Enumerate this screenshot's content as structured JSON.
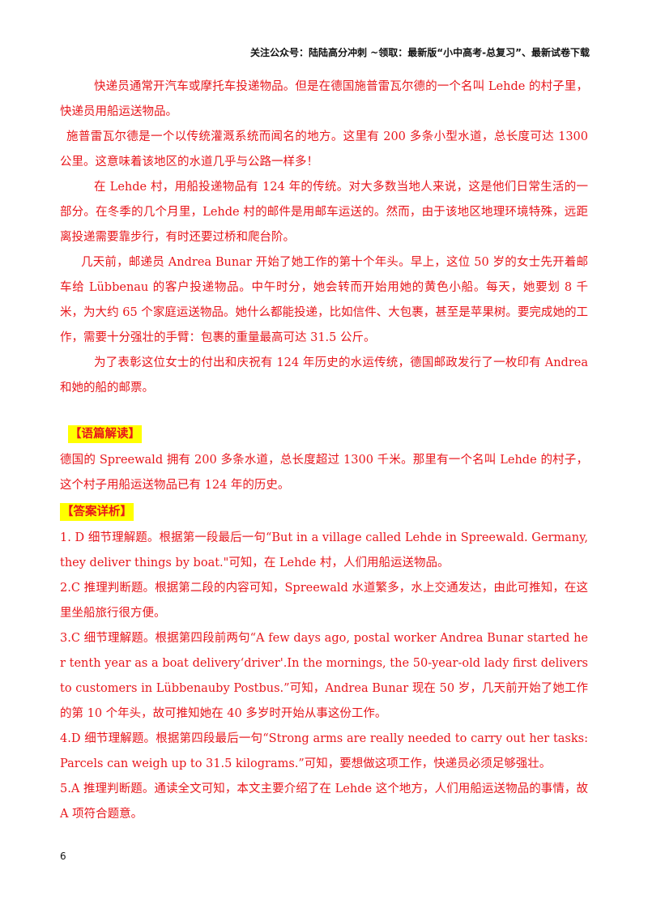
{
  "header": {
    "text": "关注公众号：陆陆高分冲刺  ~领取：最新版“小中高考-总复习”、最新试卷下载"
  },
  "translation": [
    "快递员通常开汽车或摩托车投递物品。但是在德国施普雷瓦尔德的一个名叫 Lehde 的村子里，快递员用船运送物品。",
    "施普雷瓦尔德是一个以传统灌溉系统而闻名的地方。这里有 200 多条小型水道，总长度可达 1300 公里。这意味着该地区的水道几乎与公路一样多！",
    "在 Lehde 村，用船投递物品有 124 年的传统。对大多数当地人来说，这是他们日常生活的一部分。在冬季的几个月里，Lehde 村的邮件是用邮车运送的。然而，由于该地区地理环境特殊，远距离投递需要靠步行，有时还要过桥和爬台阶。",
    "几天前，邮递员 Andrea Bunar 开始了她工作的第十个年头。早上，这位 50 岁的女士先开着邮车给 Lübbenau 的客户投递物品。中午时分，她会转而开始用她的黄色小船。每天，她要划 8 千米，为大约 65 个家庭运送物品。她什么都能投递，比如信件、大包裹，甚至是苹果树。要完成她的工作，需要十分强壮的手臂：包裹的重量最高可达 31.5 公斤。",
    "为了表彰这位女士的付出和庆祝有 124 年历史的水运传统，德国邮政发行了一枚印有 Andrea 和她的船的邮票。"
  ],
  "reading": {
    "heading": "【语篇解读】",
    "text": "德国的 Spreewald 拥有 200 多条水道，总长度超过 1300 千米。那里有一个名叫  Lehde 的村子，这个村子用船运送物品已有 124 年的历史。"
  },
  "answers": {
    "heading": "【答案详析】",
    "items": [
      "1. D 细节理解题。根据第一段最后一句“But in a village called Lehde in Spreewald. Germany,they deliver things by boat.\"可知，在 Lehde 村，人们用船运送物品。",
      "2.C 推理判断题。根据第二段的内容可知，Spreewald 水道繁多，水上交通发达，由此可推知，在这里坐船旅行很方便。",
      "3.C 细节理解题。根据第四段前两句“A few days ago, postal worker Andrea Bunar started her tenth year as a boat delivery‘driver'.In the mornings, the 50-year-old lady first delivers to customers in Lübbenauby Postbus.”可知，Andrea Bunar 现在 50 岁，几天前开始了她工作的第 10 个年头，故可推知她在 40 多岁时开始从事这份工作。",
      "4.D 细节理解题。根据第四段最后一句“Strong arms are really needed to carry out her tasks:Parcels can weigh up to 31.5 kilograms.”可知，要想做这项工作，快递员必须足够强壮。",
      "5.A 推理判断题。通读全文可知，本文主要介绍了在 Lehde 这个地方，人们用船运送物品的事情，故 A 项符合题意。"
    ]
  },
  "page_number": "6"
}
